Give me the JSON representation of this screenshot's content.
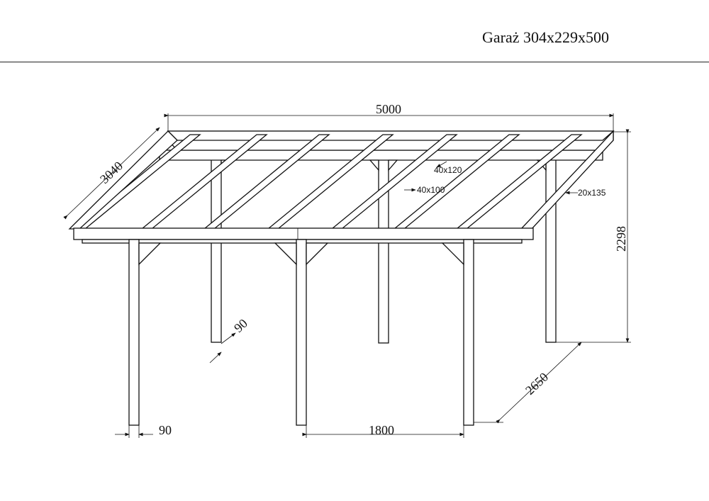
{
  "title": "Garaż 304x229x500",
  "dimensions": {
    "length": "5000",
    "depth": "3040",
    "height": "2298",
    "post_width_front": "90",
    "post_depth": "90",
    "post_spacing": "1800",
    "side_depth": "2650"
  },
  "profiles": {
    "rafter": "40x120",
    "purlin": "40x100",
    "facia": "20x135"
  },
  "colors": {
    "line": "#111111",
    "background": "#ffffff"
  }
}
